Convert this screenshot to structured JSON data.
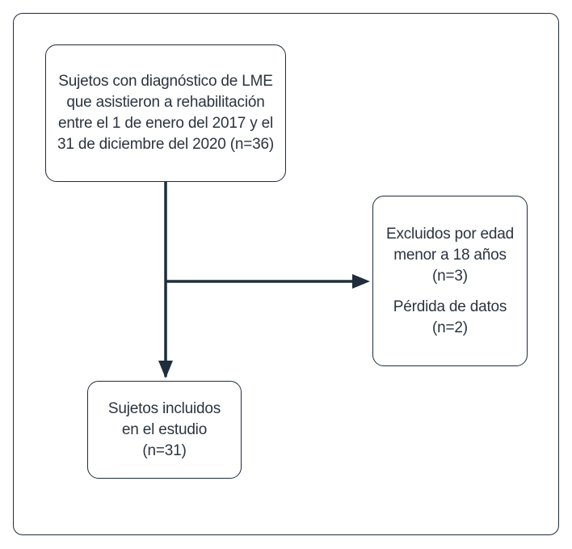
{
  "top_box": {
    "lines": [
      "Sujetos con diagnóstico de LME",
      "que asistieron a rehabilitación",
      "entre el 1 de enero del 2017 y el",
      "31 de diciembre del 2020 (n=36)"
    ]
  },
  "excluded_box": {
    "reason1_lines": [
      "Excluidos por edad",
      "menor a 18 años",
      "(n=3)"
    ],
    "reason2_lines": [
      "Pérdida de datos",
      "(n=2)"
    ]
  },
  "included_box": {
    "lines": [
      "Sujetos incluidos",
      "en el estudio",
      "(n=31)"
    ]
  },
  "colors": {
    "arrow": "#1f2d3d",
    "border": "#1f2d3d",
    "text": "#2b3440"
  }
}
